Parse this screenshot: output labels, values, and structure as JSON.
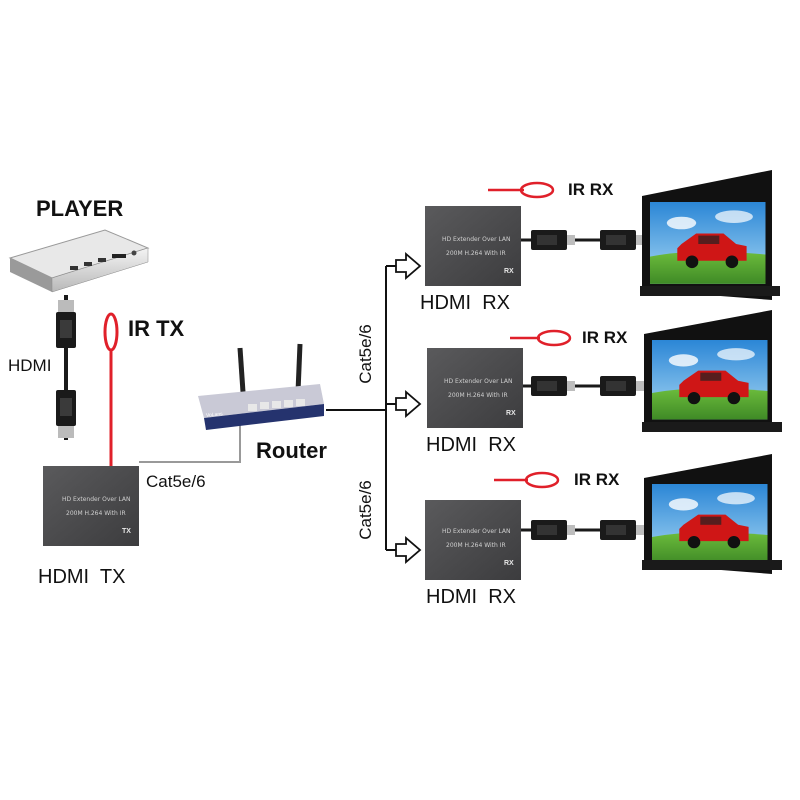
{
  "player": {
    "title": "PLAYER"
  },
  "hdmi_cable_label": "HDMI",
  "transmitter": {
    "ir_label": "IR TX",
    "line1": "HD Extender Over LAN",
    "line2": "200M H.264 With IR",
    "tag": "TX",
    "caption": "HDMI  TX"
  },
  "link_label": "Cat5e/6",
  "router": {
    "label": "Router",
    "brand": "VoLans"
  },
  "trunk_labels": [
    "Cat5e/6",
    "Cat5e/6"
  ],
  "receivers": [
    {
      "ir_label": "IR RX",
      "line1": "HD Extender Over LAN",
      "line2": "200M H.264 With IR",
      "tag": "RX",
      "caption": "HDMI  RX"
    },
    {
      "ir_label": "IR RX",
      "line1": "HD Extender Over LAN",
      "line2": "200M H.264 With IR",
      "tag": "RX",
      "caption": "HDMI  RX"
    },
    {
      "ir_label": "IR RX",
      "line1": "HD Extender Over LAN",
      "line2": "200M H.264 With IR",
      "tag": "RX",
      "caption": "HDMI  RX"
    }
  ],
  "colors": {
    "ir_cable": "#e0202a",
    "device_body": "#4a4a4c",
    "router_body": "#2a3a7a",
    "network_line": "#111111",
    "sky": "#3aa0e8",
    "grass": "#4fa83a",
    "car": "#d01818"
  }
}
